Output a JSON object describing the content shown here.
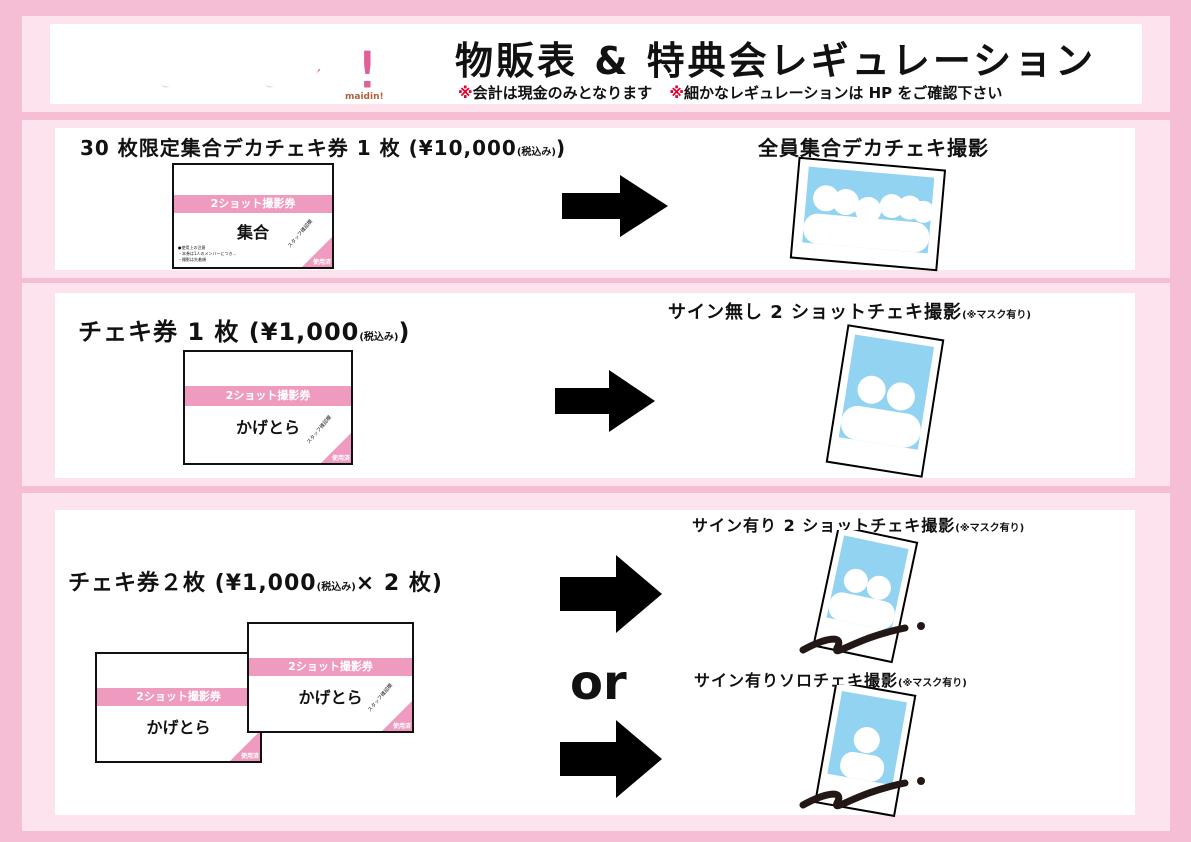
{
  "header": {
    "logo_text": "めいどいん!",
    "logo_sub": "maidin!",
    "title": "物販表 & 特典会レギュレーション",
    "note1": "※会計は現金のみとなります",
    "note2": "※細かなレギュレーションは HP をご確認下さい"
  },
  "colors": {
    "pink": "#ef9bbf",
    "frame": "#f5bed4",
    "band": "#fce3ee",
    "photo_sky": "#93d3f2",
    "note_red": "#e4002b"
  },
  "sections": [
    {
      "item": "30 枚限定集合デカチェキ券 1 枚 (¥10,000",
      "tax": "(税込み)",
      "item_close": ")",
      "ticket": {
        "type": "2ショット撮影券",
        "name": "集合",
        "staff": "スタッフ確認欄",
        "used": "使用済"
      },
      "reward": "全員集合デカチェキ撮影",
      "reward_note": ""
    },
    {
      "item": "チェキ券 1 枚 (¥1,000",
      "tax": "(税込み)",
      "item_close": ")",
      "ticket": {
        "type": "2ショット撮影券",
        "name": "かげとら",
        "staff": "スタッフ確認欄",
        "used": "使用済"
      },
      "reward": "サイン無し 2 ショットチェキ撮影",
      "reward_note": "(※マスク有り)"
    },
    {
      "item": "チェキ券２枚 (¥1,000",
      "tax": "(税込み)",
      "item_close": "× 2 枚)",
      "ticket": {
        "type": "2ショット撮影券",
        "name": "かげとら",
        "staff": "スタッフ確認欄",
        "used": "使用済"
      },
      "or_label": "or",
      "rewards": [
        {
          "label": "サイン有り 2 ショットチェキ撮影",
          "note": "(※マスク有り)"
        },
        {
          "label": "サイン有りソロチェキ撮影",
          "note": "(※マスク有り)"
        }
      ]
    }
  ]
}
